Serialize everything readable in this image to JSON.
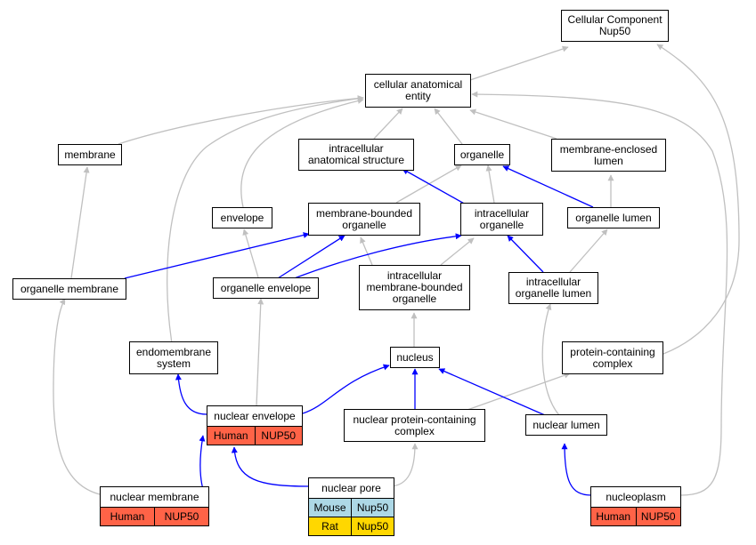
{
  "colors": {
    "edge_default": "#c0c0c0",
    "edge_highlight": "#0000ff",
    "human": "#ff6347",
    "mouse": "#add8e6",
    "rat": "#ffd700",
    "gene": "#ffd700"
  },
  "nodes": {
    "cc_root": {
      "title": "Cellular Component\nNup50"
    },
    "cellular_anatomical_entity": {
      "title": "cellular anatomical\nentity"
    },
    "membrane": {
      "title": "membrane"
    },
    "intracellular_anatomical_structure": {
      "title": "intracellular\nanatomical structure"
    },
    "organelle": {
      "title": "organelle"
    },
    "membrane_enclosed_lumen": {
      "title": "membrane-enclosed\nlumen"
    },
    "envelope": {
      "title": "envelope"
    },
    "membrane_bounded_organelle": {
      "title": "membrane-bounded\norganelle"
    },
    "intracellular_organelle": {
      "title": "intracellular\norganelle"
    },
    "organelle_lumen": {
      "title": "organelle lumen"
    },
    "organelle_membrane": {
      "title": "organelle membrane"
    },
    "organelle_envelope": {
      "title": "organelle envelope"
    },
    "intracellular_membrane_bounded_organelle": {
      "title": "intracellular\nmembrane-bounded\norganelle"
    },
    "intracellular_organelle_lumen": {
      "title": "intracellular\norganelle lumen"
    },
    "endomembrane_system": {
      "title": "endomembrane\nsystem"
    },
    "nucleus": {
      "title": "nucleus"
    },
    "protein_containing_complex": {
      "title": "protein-containing\ncomplex"
    },
    "nuclear_envelope": {
      "title": "nuclear envelope",
      "species": "Human",
      "gene": "NUP50"
    },
    "nuclear_protein_containing_complex": {
      "title": "nuclear protein-containing\ncomplex"
    },
    "nuclear_lumen": {
      "title": "nuclear lumen"
    },
    "nuclear_membrane": {
      "title": "nuclear membrane",
      "species": "Human",
      "gene": "NUP50"
    },
    "nuclear_pore": {
      "title": "nuclear pore",
      "rows": [
        {
          "species": "Mouse",
          "gene": "Nup50"
        },
        {
          "species": "Rat",
          "gene": "Nup50"
        }
      ]
    },
    "nucleoplasm": {
      "title": "nucleoplasm",
      "species": "Human",
      "gene": "NUP50"
    }
  }
}
